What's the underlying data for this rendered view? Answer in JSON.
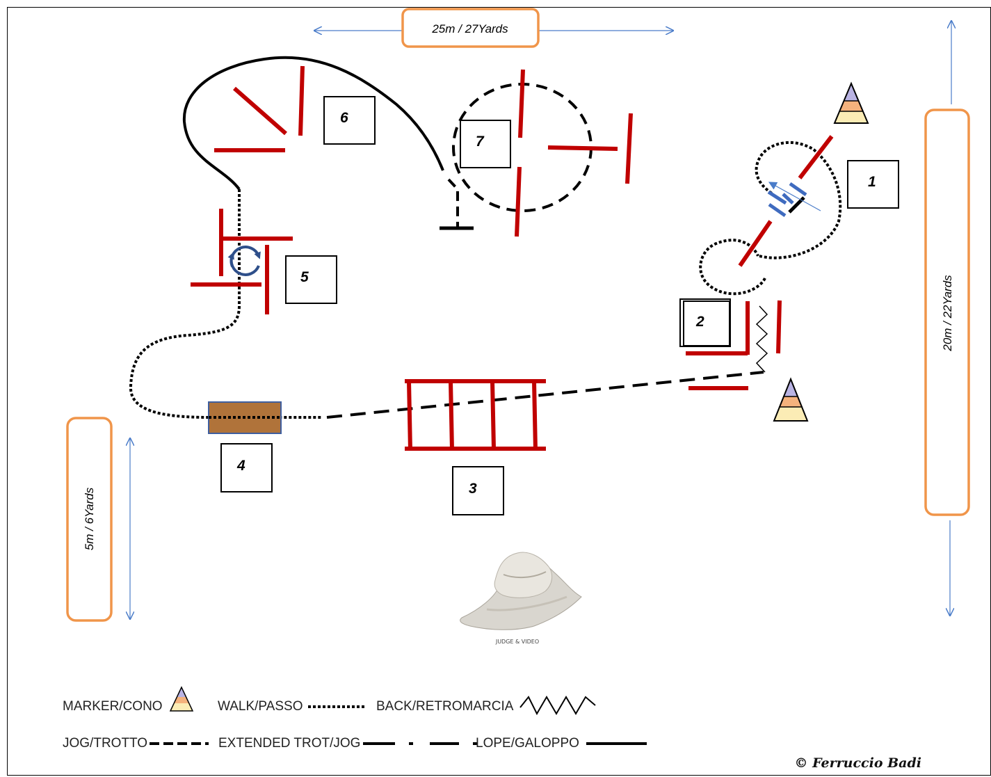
{
  "dimensions": {
    "width_label": "25m / 27Yards",
    "height_label": "20m / 22Yards",
    "small_label": "5m / 6Yards",
    "label_border_color": "#f0954a",
    "arrow_color": "#4a7cc9"
  },
  "obstacles": [
    {
      "number": "1"
    },
    {
      "number": "2"
    },
    {
      "number": "3"
    },
    {
      "number": "4"
    },
    {
      "number": "5"
    },
    {
      "number": "6"
    },
    {
      "number": "7"
    }
  ],
  "colors": {
    "pole": "#c00000",
    "path": "#000000",
    "bridge": "#b0733a",
    "turn_arrow": "#2e4f8a",
    "cone_top": "#b9b3e3",
    "cone_mid": "#f4b27d",
    "cone_bottom": "#fbecb5"
  },
  "judge": {
    "label": "JUDGE & VIDEO",
    "icon": "cowboy-hat-icon"
  },
  "legend": {
    "marker": "MARKER/CONO",
    "walk": "WALK/PASSO",
    "back": "BACK/RETROMARCIA",
    "jog": "JOG/TROTTO",
    "extended": "EXTENDED TROT/JOG",
    "lope": "LOPE/GALOPPO"
  },
  "copyright": "© Ferruccio Badi"
}
